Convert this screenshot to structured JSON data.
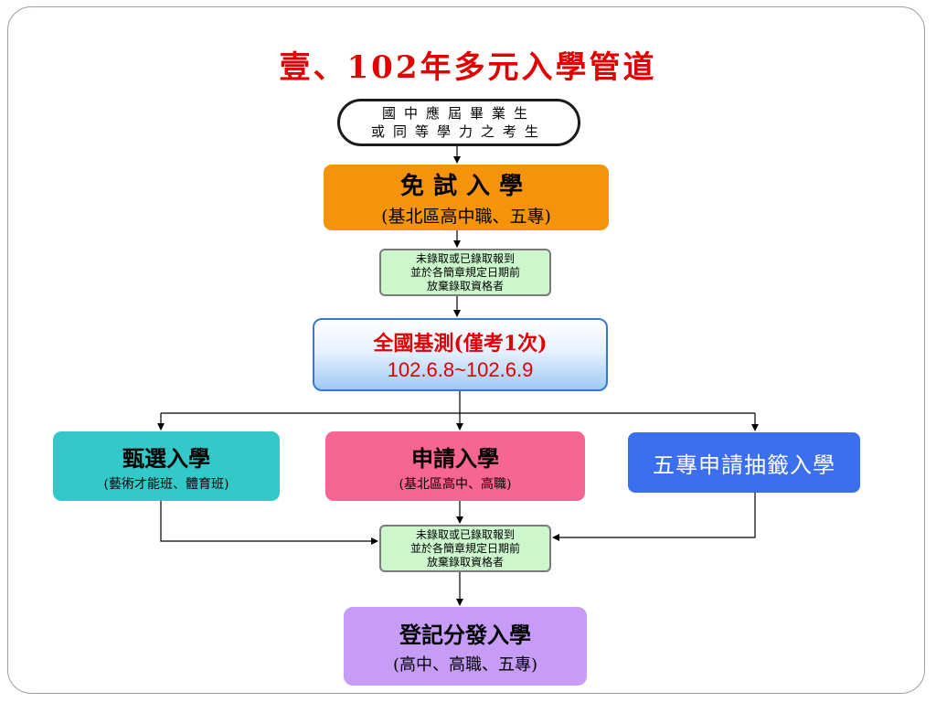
{
  "title": "壹、102年多元入學管道",
  "start": {
    "line1": "國中應屆畢業生",
    "line2": "或同等學力之考生"
  },
  "exempt": {
    "main": "免試入學",
    "sub": "(基北區高中職、五專)"
  },
  "note": {
    "line1": "未錄取或已錄取報到",
    "line2": "並於各簡章規定日期前",
    "line3": "放棄錄取資格者"
  },
  "exam": {
    "line1": "全國基測(僅考1次)",
    "line2": "102.6.8~102.6.9"
  },
  "recommend": {
    "main": "甄選入學",
    "sub": "(藝術才能班、體育班)"
  },
  "apply": {
    "main": "申請入學",
    "sub": "(基北區高中、高職)"
  },
  "five_year": {
    "main": "五專申請抽籤入學"
  },
  "allocation": {
    "main": "登記分發入學",
    "sub": "(高中、高職、五專)"
  },
  "colors": {
    "title": "#e00000",
    "exempt": "#f5940b",
    "note": "#ccf7cc",
    "exam_border": "#3a78d0",
    "recommend": "#33c9c9",
    "apply": "#f76592",
    "five_year": "#3b6ff0",
    "allocation": "#c69cf7"
  }
}
